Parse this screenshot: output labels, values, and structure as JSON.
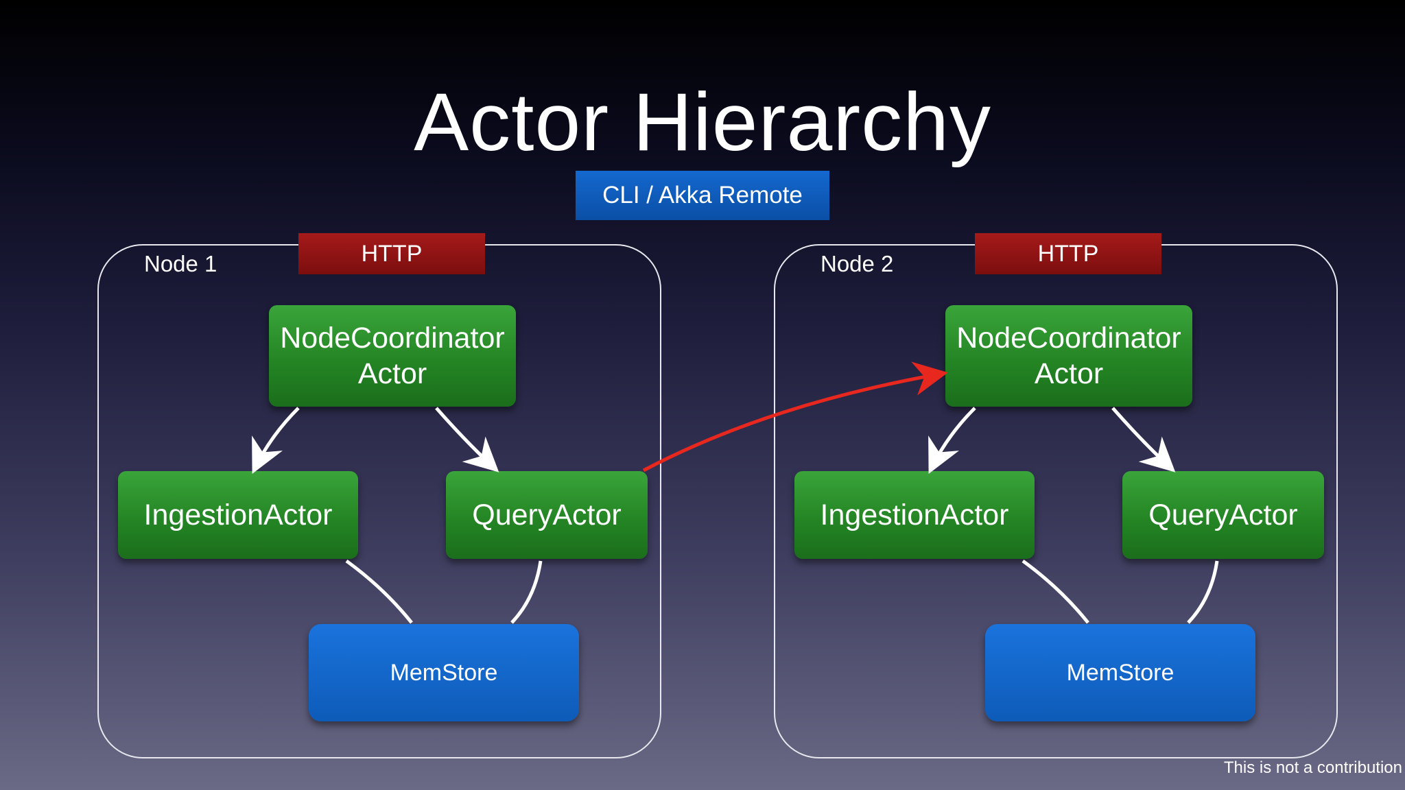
{
  "title": "Actor Hierarchy",
  "cli_label": "CLI / Akka Remote",
  "nodes": [
    {
      "label": "Node 1",
      "http": "HTTP",
      "coordinator_line1": "NodeCoordinator",
      "coordinator_line2": "Actor",
      "ingestion": "IngestionActor",
      "query": "QueryActor",
      "memstore": "MemStore"
    },
    {
      "label": "Node 2",
      "http": "HTTP",
      "coordinator_line1": "NodeCoordinator",
      "coordinator_line2": "Actor",
      "ingestion": "IngestionActor",
      "query": "QueryActor",
      "memstore": "MemStore"
    }
  ],
  "footer": "This is not a contribution",
  "colors": {
    "actor_green": "#248524",
    "store_blue": "#0e5bb8",
    "http_red": "#8f1414",
    "remote_arrow": "#e8281e"
  }
}
